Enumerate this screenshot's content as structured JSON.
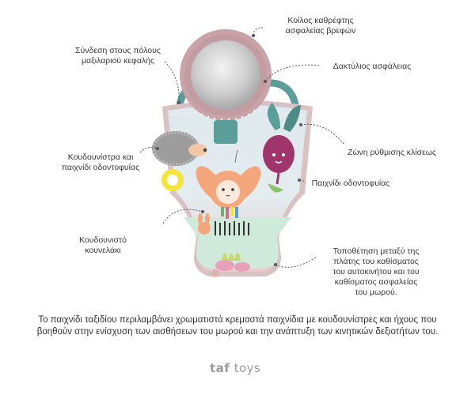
{
  "labels": {
    "mirror": "Κοίλος καθρέφτης\nασφαλείας βρεφών",
    "headrest": "Σύνδεση στους πόλους\nμαξιλαριού κεφαλής",
    "ring": "Δακτύλιος ασφάλειας",
    "hedgehog": "Κουδουνίστρα και\nπαιχνίδι οδοντοφυίας",
    "strap": "Ζώνη ρύθμισης κλίσεως",
    "beet": "Παιχνίδι οδοντοφυίας",
    "bunny": "Κουδουνιστό\nκουνελάκι",
    "placement": "Τοποθέτηση μεταξύ της\nπλάτης του καθίσματος\nτου αυτοκινήτου και του\nκαθίσματος ασφαλείας\nτου μωρού."
  },
  "caption": "Το παιχνίδι ταξιδίου περιλαμβάνει χρωματιστά κρεμαστά παιχνίδια με κουδουνίστρες και ήχους που βοηθούν στην ενίσχυση των αισθήσεων του μωρού και την ανάπτυξη των κινητικών δεξιοτήτων του.",
  "brand": {
    "prefix": "taf",
    "suffix": " toys"
  },
  "colors": {
    "mirror_ring": "#c9a3a8",
    "teal": "#5b9d98",
    "panel_top": "#dfe9ee",
    "panel_bottom": "#e7c8c8",
    "mint": "#cfe9da",
    "bunny": "#f4a77c",
    "beet": "#a0356b",
    "yellow": "#f2e53b",
    "leader": "#555555"
  }
}
